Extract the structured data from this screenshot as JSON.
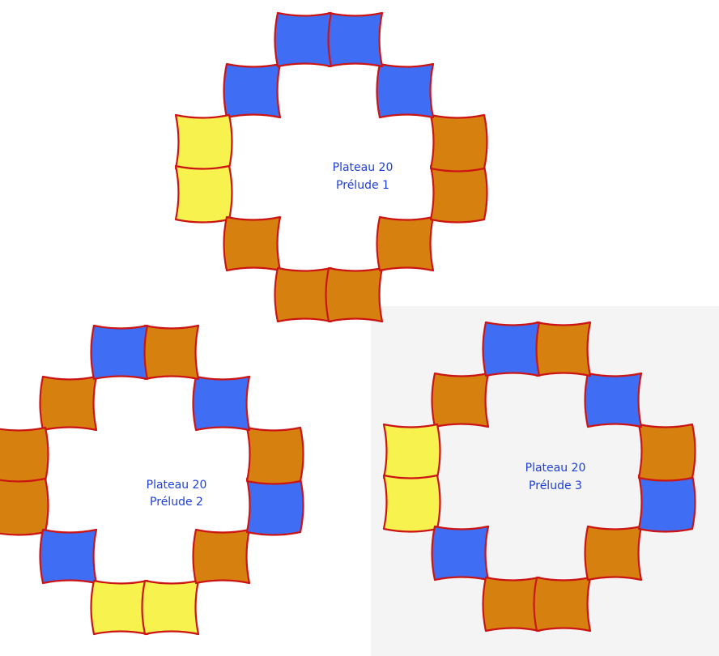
{
  "colors": {
    "blue": "#3f6ef5",
    "orange": "#d6800f",
    "yellow": "#f7f24d",
    "outline": "#cc1414",
    "label": "#1f3fd6"
  },
  "plateaus": [
    {
      "id": "prelude-1",
      "title": "Plateau 20",
      "subtitle": "Prélude 1",
      "tiles": [
        "blue",
        "blue",
        "blue",
        "orange",
        "orange",
        "orange",
        "orange",
        "orange",
        "orange",
        "yellow",
        "yellow",
        "blue"
      ]
    },
    {
      "id": "prelude-2",
      "title": "Plateau 20",
      "subtitle": "Prélude 2",
      "tiles": [
        "blue",
        "orange",
        "blue",
        "orange",
        "blue",
        "orange",
        "yellow",
        "yellow",
        "blue",
        "orange",
        "orange",
        "orange"
      ]
    },
    {
      "id": "prelude-3",
      "title": "Plateau 20",
      "subtitle": "Prélude 3",
      "tiles": [
        "blue",
        "orange",
        "blue",
        "orange",
        "blue",
        "orange",
        "orange",
        "orange",
        "blue",
        "yellow",
        "yellow",
        "orange"
      ]
    }
  ]
}
